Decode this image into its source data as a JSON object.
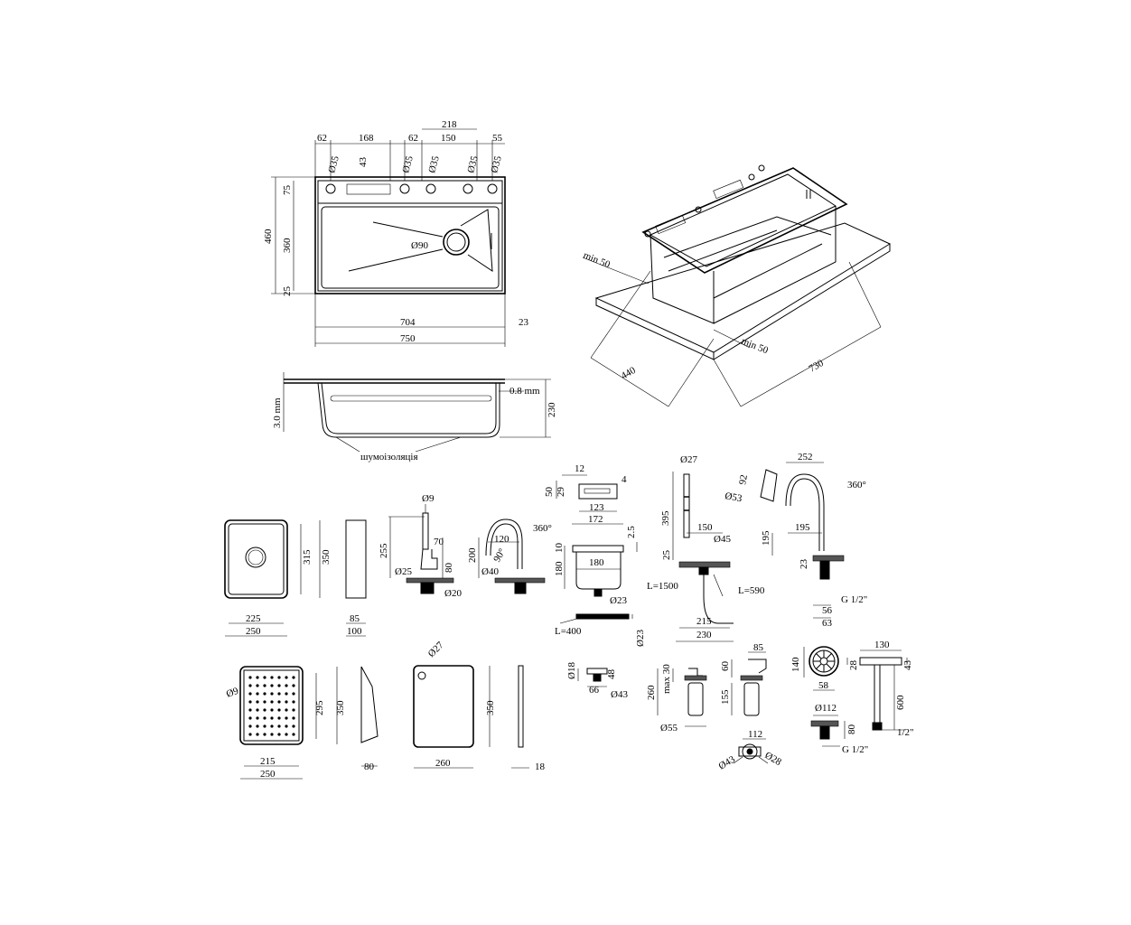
{
  "top_view": {
    "top": [
      "62",
      "168",
      "62",
      "150",
      "218",
      "55"
    ],
    "holes": [
      "Ø35",
      "Ø35",
      "Ø35",
      "Ø35",
      "Ø35"
    ],
    "slot": "43",
    "left": [
      "75",
      "460",
      "360",
      "25"
    ],
    "drain": "Ø90",
    "bottom": [
      "704",
      "23",
      "750"
    ]
  },
  "iso_view": {
    "min_a": "min 50",
    "min_b": "min 50",
    "w": "440",
    "l": "730"
  },
  "section": {
    "t": "3.0 mm",
    "sheet": "0.8 mm",
    "h": "230",
    "note": "шумоізоляція"
  },
  "colander": {
    "h1": "315",
    "h2": "350",
    "w1": "225",
    "w2": "250",
    "d1": "85",
    "d2": "100"
  },
  "grid": {
    "hole": "Ø9",
    "h1": "295",
    "h2": "350",
    "w1": "215",
    "w2": "250",
    "d": "80"
  },
  "board": {
    "hole": "Ø27",
    "h": "350",
    "w": "260",
    "t": "18"
  },
  "faucet1": {
    "top": "Ø9",
    "h": "255",
    "a": "70",
    "b": "80",
    "base": "Ø25",
    "hole": "Ø20"
  },
  "faucet2": {
    "rot": "360°",
    "a": "120",
    "h": "200",
    "ang": "90°",
    "base": "Ø40"
  },
  "dispenser_top": {
    "w1": "12",
    "d1": "4",
    "h1": "50",
    "h2": "29",
    "w2": "123",
    "w3": "172"
  },
  "strainer": {
    "a": "2.5",
    "b": "10",
    "d": "180",
    "h": "180",
    "hole": "Ø23"
  },
  "hose": {
    "l": "L=400",
    "d": "Ø23"
  },
  "nut": {
    "a": "Ø18",
    "b": "48",
    "c": "66",
    "d": "Ø43"
  },
  "faucet3": {
    "top": "Ø27",
    "h": "395",
    "w": "150",
    "base": "Ø45",
    "s": "25",
    "l1": "L=1500",
    "l2": "L=590",
    "w1": "215",
    "w2": "230"
  },
  "faucet4": {
    "w": "252",
    "a": "92",
    "d": "Ø53",
    "rot": "360°",
    "h": "195",
    "r": "195",
    "s": "23",
    "th": "G 1/2\"",
    "b1": "56",
    "b2": "63"
  },
  "soap1": {
    "max": "max 30",
    "h": "260",
    "base": "Ø55"
  },
  "soap2": {
    "w": "85",
    "a": "60",
    "h": "155"
  },
  "waste": {
    "h": "140",
    "w": "58",
    "d": "Ø112",
    "b": "80",
    "th": "G 1/2\""
  },
  "pipe": {
    "w": "130",
    "a": "28",
    "b": "43",
    "l": "600",
    "th": "1/2\""
  },
  "button": {
    "w": "112",
    "a": "Ø43",
    "b": "Ø28"
  }
}
